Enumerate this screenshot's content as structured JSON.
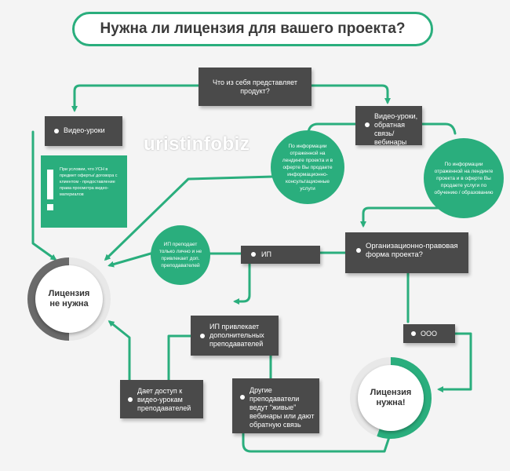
{
  "title": "Нужна ли лицензия для вашего проекта?",
  "watermark": "uristinfobiz",
  "nodes": {
    "q_product": "Что из себя представляет продукт?",
    "video_lessons": "Видео-уроки",
    "video_feedback": "Видео-уроки, обратная связь/ вебинары",
    "org_form": "Организационно-правовая форма проекта?",
    "ip": "ИП",
    "ooo": "ООО",
    "ip_hires": "ИП привлекает дополнительных преподавателей",
    "gives_access": "Дает доступ к видео-урокам преподавателей",
    "others_live": "Другие преподаватели ведут “живые” вебинары или дают обратную связь"
  },
  "notes": {
    "info_consult": "По информации отраженной на лендинге проекта и в оферте Вы продаете информационно-консультационные услуги",
    "info_education": "По информации отраженной на лендинге проекта и в оферте Вы продаете услуги по обучению / образованию",
    "ip_alone": "ИП преподает только лично и не привлекает доп. преподавателей",
    "usn_condition": "При условии, что УСН в предмет оферты/ договора с клиентом - предоставление права просмотра видео-материалов"
  },
  "results": {
    "no_license": "Лицензия не нужна",
    "license_needed": "Лицензия нужна!"
  },
  "colors": {
    "accent": "#2aae7d",
    "box": "#4a4a4a",
    "background": "#f4f4f4"
  },
  "icons": {
    "notice": "exclamation-icon"
  }
}
